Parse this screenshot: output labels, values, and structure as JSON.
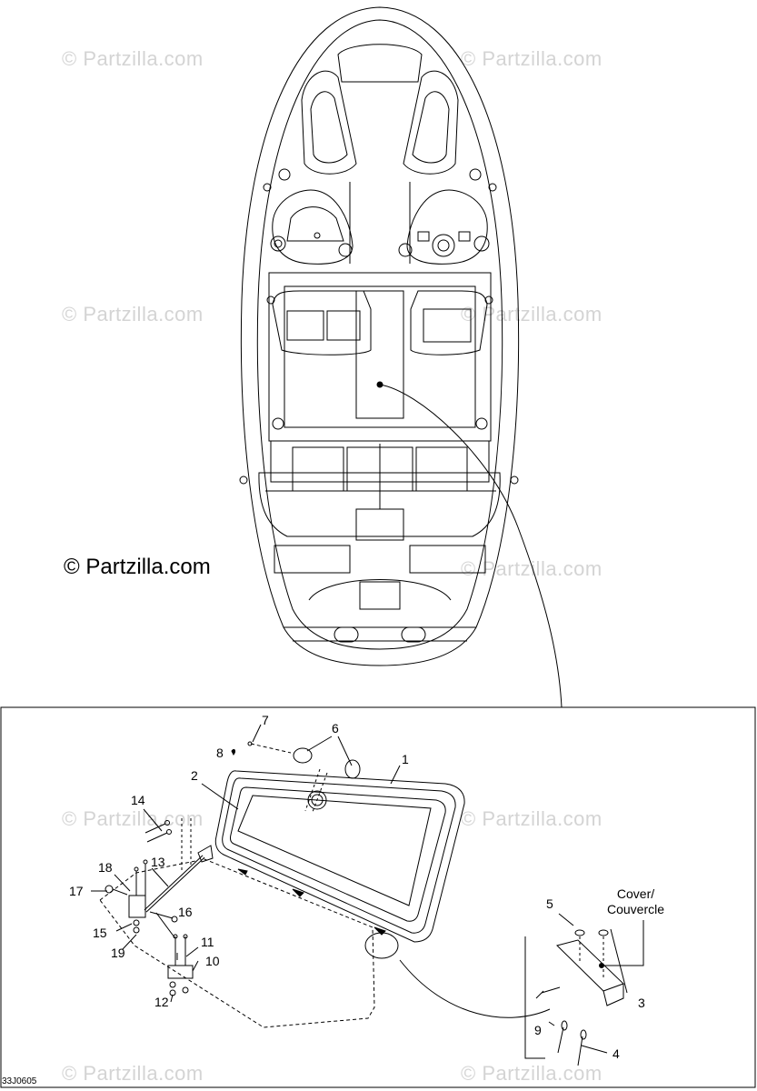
{
  "watermark_text": "© Partzilla.com",
  "copyright": "© Partzilla.com",
  "diagram_code": "33J0605",
  "cover_label": "Cover/\nCouvercle",
  "callouts": [
    "1",
    "2",
    "3",
    "4",
    "5",
    "6",
    "7",
    "8",
    "9",
    "10",
    "11",
    "12",
    "13",
    "14",
    "15",
    "16",
    "17",
    "18",
    "19"
  ]
}
